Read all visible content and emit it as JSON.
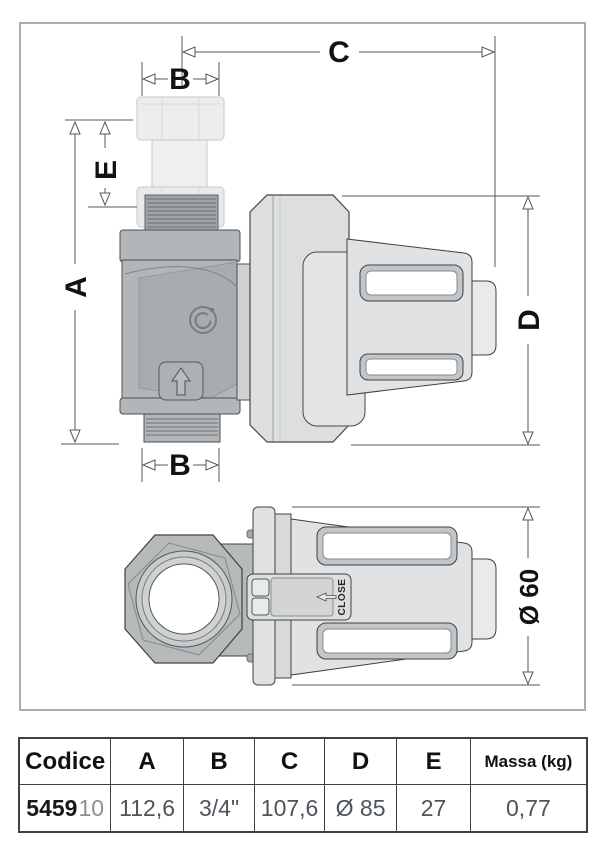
{
  "colors": {
    "dimension_line": "#55585a",
    "valve_body_gray": "#b3b6b8",
    "filter_light_gray": "#e0e2e3",
    "ghost_fitting_gray": "#ededee",
    "table_border": "#3f4244",
    "value_text": "#4e545a"
  },
  "diagram": {
    "dim_a": "A",
    "dim_b_top": "B",
    "dim_b_bottom": "B",
    "dim_c": "C",
    "dim_d": "D",
    "dim_e": "E",
    "dim_diameter": "Ø 60",
    "close_label": "CLOSE"
  },
  "table": {
    "headers": [
      "Codice",
      "A",
      "B",
      "C",
      "D",
      "E",
      "Massa (kg)"
    ],
    "row": {
      "code": "5459",
      "code_suffix": "10",
      "a": "112,6",
      "b": "3/4\"",
      "c": "107,6",
      "d": "Ø 85",
      "e": "27",
      "massa_kg": "0,77"
    }
  }
}
